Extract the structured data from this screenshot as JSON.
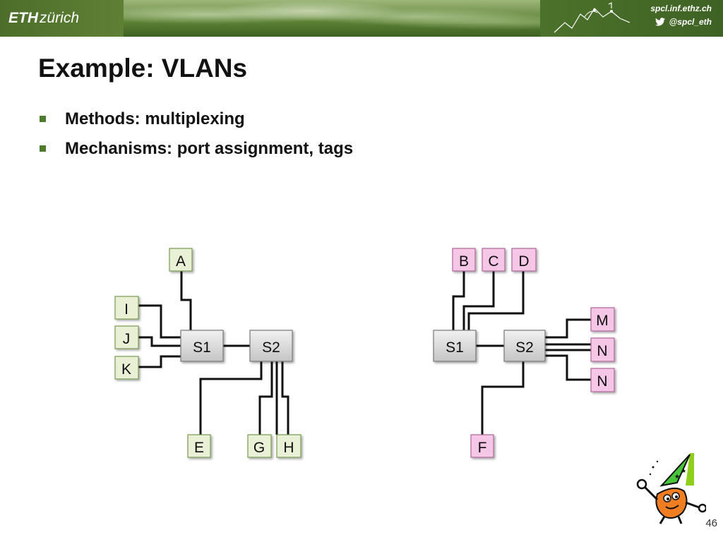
{
  "header": {
    "logo_main": "ETH",
    "logo_sub": "zürich",
    "website": "spcl.inf.ethz.ch",
    "twitter": "@spcl_eth"
  },
  "slide": {
    "title": "Example: VLANs",
    "bullets": [
      "Methods: multiplexing",
      "Mechanisms: port assignment, tags"
    ],
    "page_number": "46"
  },
  "diagram": {
    "colors": {
      "green_fill": "#e9f0d6",
      "green_border": "#7a9a52",
      "pink_fill": "#f6c6e6",
      "pink_border": "#b0669a",
      "switch_fill": "#d4d4d4",
      "switch_border": "#777777",
      "line": "#111111"
    },
    "left": {
      "switches": [
        "S1",
        "S2"
      ],
      "hosts": [
        "A",
        "I",
        "J",
        "K",
        "E",
        "G",
        "H"
      ]
    },
    "right": {
      "switches": [
        "S1",
        "S2"
      ],
      "hosts": [
        "B",
        "C",
        "D",
        "M",
        "N",
        "N",
        "F"
      ]
    }
  }
}
